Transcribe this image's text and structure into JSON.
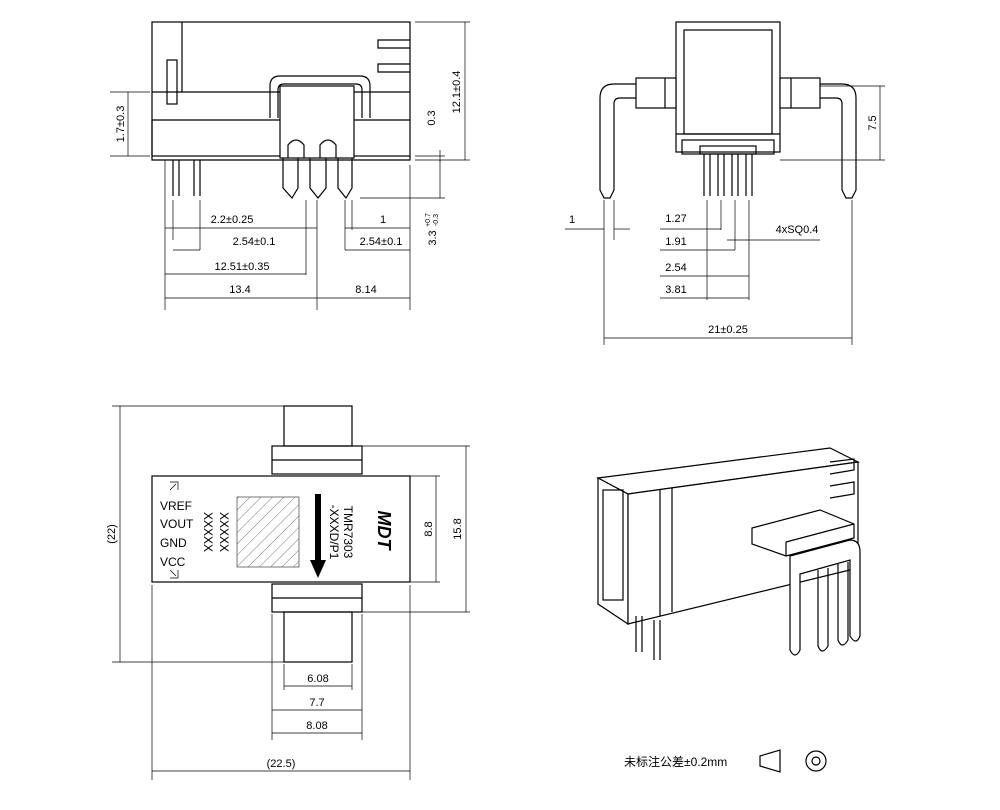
{
  "colors": {
    "line": "#000000",
    "paper": "#ffffff"
  },
  "views": {
    "side": {
      "dims": {
        "d1": "1.7±0.3",
        "d2": "12.1±0.4",
        "d3": "0.3",
        "d4": "3.3",
        "d4_sup": "+0.7",
        "d4_sub": "-0.3",
        "d5": "2.2±0.25",
        "d6": "1",
        "d7": "2.54±0.1",
        "d8": "2.54±0.1",
        "d9": "12.51±0.35",
        "d10": "13.4",
        "d11": "8.14"
      }
    },
    "front": {
      "dims": {
        "d1": "7.5",
        "d2": "1",
        "d3": "1.27",
        "d4": "4xSQ0.4",
        "d5": "1.91",
        "d6": "2.54",
        "d7": "3.81",
        "d8": "21±0.25"
      }
    },
    "top": {
      "labels": {
        "vref": "VREF",
        "vout": "VOUT",
        "gnd": "GND",
        "vcc": "VCC"
      },
      "marking": {
        "brand": "MDT",
        "model": "TMR7303",
        "suffix": "-XXXD/P1",
        "code": "XXXXX"
      },
      "dims": {
        "d1": "(22)",
        "d2": "8.8",
        "d3": "15.8",
        "d4": "6.08",
        "d5": "7.7",
        "d6": "8.08",
        "d7": "(22.5)"
      }
    }
  },
  "notes": {
    "tolerance": "未标注公差±0.2mm"
  }
}
